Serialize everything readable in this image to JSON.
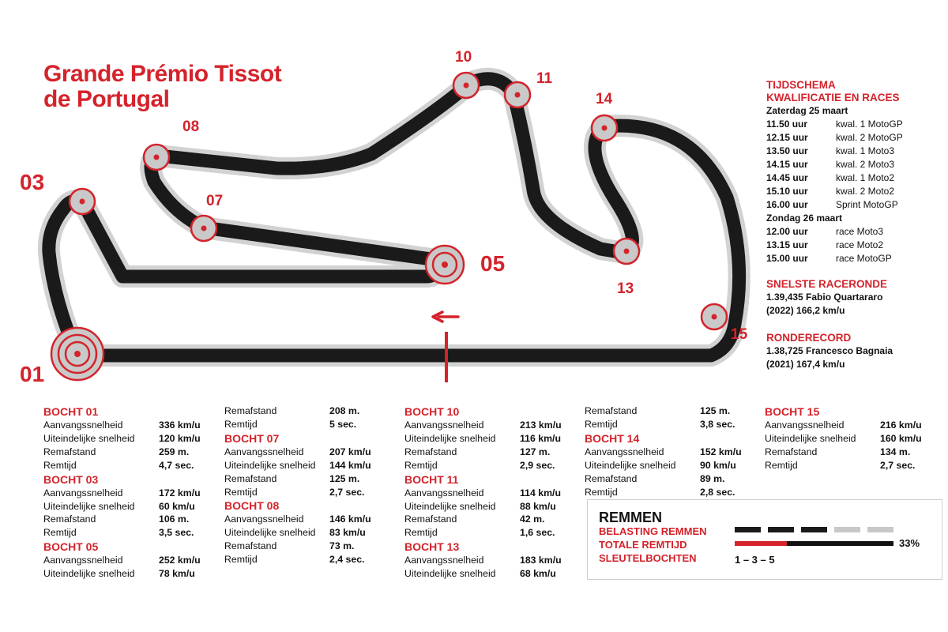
{
  "title": {
    "line1": "Grande Prémio Tissot",
    "line2": "de Portugal"
  },
  "turn_labels": {
    "t01": "01",
    "t03": "03",
    "t05": "05",
    "t07": "07",
    "t08": "08",
    "t10": "10",
    "t11": "11",
    "t13": "13",
    "t14": "14",
    "t15": "15"
  },
  "colors": {
    "accent": "#d4232b",
    "track": "#1a1a1a",
    "track_shadow": "#d2d2d2",
    "marker_fill": "#c9c9c9",
    "bar_inactive": "#c8c8c8"
  },
  "schedule": {
    "heading1": "TIJDSCHEMA",
    "heading2": "KWALIFICATIE EN RACES",
    "day1": "Zaterdag 25 maart",
    "day1_items": [
      {
        "time": "11.50 uur",
        "event": "kwal. 1 MotoGP"
      },
      {
        "time": "12.15 uur",
        "event": "kwal. 2 MotoGP"
      },
      {
        "time": "13.50 uur",
        "event": "kwal. 1 Moto3"
      },
      {
        "time": "14.15 uur",
        "event": "kwal. 2 Moto3"
      },
      {
        "time": "14.45 uur",
        "event": "kwal. 1 Moto2"
      },
      {
        "time": "15.10 uur",
        "event": "kwal. 2 Moto2"
      },
      {
        "time": "16.00 uur",
        "event": "Sprint MotoGP"
      }
    ],
    "day2": "Zondag 26 maart",
    "day2_items": [
      {
        "time": "12.00 uur",
        "event": "race Moto3"
      },
      {
        "time": "13.15 uur",
        "event": "race Moto2"
      },
      {
        "time": "15.00 uur",
        "event": "race MotoGP"
      }
    ]
  },
  "fastest_lap": {
    "heading": "SNELSTE RACERONDE",
    "line1": "1.39,435 Fabio Quartararo",
    "line2": "(2022) 166,2 km/u"
  },
  "lap_record": {
    "heading": "RONDERECORD",
    "line1": "1.38,725 Francesco Bagnaia",
    "line2": "(2021) 167,4 km/u"
  },
  "labels": {
    "entry": "Aanvangssnelheid",
    "final": "Uiteindelijke snelheid",
    "distance": "Remafstand",
    "time": "Remtijd"
  },
  "bochten": {
    "b01": {
      "title": "BOCHT 01",
      "entry": "336 km/u",
      "final": "120 km/u",
      "distance": "259 m.",
      "time": "4,7 sec."
    },
    "b03": {
      "title": "BOCHT 03",
      "entry": "172 km/u",
      "final": "60 km/u",
      "distance": "106 m.",
      "time": "3,5 sec."
    },
    "b05": {
      "title": "BOCHT 05",
      "entry": "252 km/u",
      "final": "78 km/u",
      "distance": "208 m.",
      "time": "5 sec."
    },
    "b07": {
      "title": "BOCHT 07",
      "entry": "207 km/u",
      "final": "144 km/u",
      "distance": "125 m.",
      "time": "2,7 sec."
    },
    "b08": {
      "title": "BOCHT 08",
      "entry": "146 km/u",
      "final": "83 km/u",
      "distance": "73 m.",
      "time": "2,4 sec."
    },
    "b10": {
      "title": "BOCHT 10",
      "entry": "213 km/u",
      "final": "116 km/u",
      "distance": "127 m.",
      "time": "2,9 sec."
    },
    "b11": {
      "title": "BOCHT 11",
      "entry": "114 km/u",
      "final": "88 km/u",
      "distance": "42 m.",
      "time": "1,6 sec."
    },
    "b13": {
      "title": "BOCHT 13",
      "entry": "183 km/u",
      "final": "68 km/u",
      "distance": "125 m.",
      "time": "3,8 sec."
    },
    "b14": {
      "title": "BOCHT 14",
      "entry": "152 km/u",
      "final": "90 km/u",
      "distance": "89 m.",
      "time": "2,8 sec."
    },
    "b15": {
      "title": "BOCHT 15",
      "entry": "216 km/u",
      "final": "160 km/u",
      "distance": "134 m.",
      "time": "2,7 sec."
    }
  },
  "remmen": {
    "title": "REMMEN",
    "load_label": "BELASTING REMMEN",
    "total_label": "TOTALE REMTIJD",
    "key_label": "SLEUTELBOCHTEN",
    "load_level": 3,
    "load_max": 5,
    "total_pct": 33,
    "total_text": "33%",
    "key_turns": "1 – 3 – 5"
  }
}
